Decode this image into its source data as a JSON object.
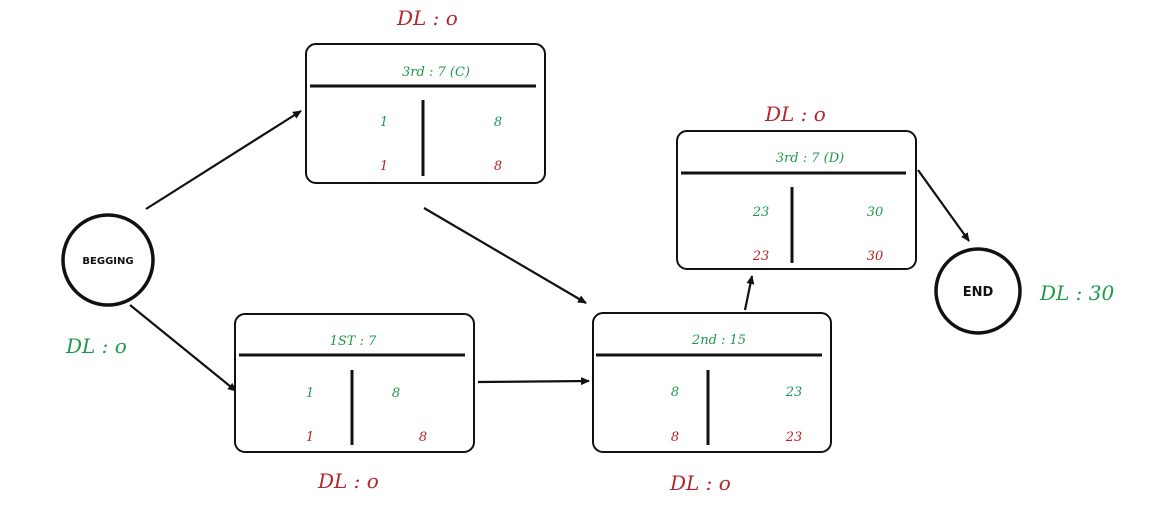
{
  "colors": {
    "green": "#1f9a4b",
    "red": "#b5242a",
    "stroke": "#111111"
  },
  "start": {
    "label": "BEGGING",
    "dl": "DL : o"
  },
  "end": {
    "label": "END",
    "dl": "DL : 30"
  },
  "nodes": {
    "top": {
      "title": "3rd : 7 (C)",
      "tl": "1",
      "tr": "8",
      "bl": "1",
      "br": "8",
      "dl": "DL : o"
    },
    "bottom": {
      "title": "1ST : 7",
      "tl": "1",
      "tr": "8",
      "bl": "1",
      "br": "8",
      "dl": "DL : o"
    },
    "middle": {
      "title": "2nd : 15",
      "tl": "8",
      "tr": "23",
      "bl": "8",
      "br": "23",
      "dl": "DL : o"
    },
    "right": {
      "title": "3rd : 7 (D)",
      "tl": "23",
      "tr": "30",
      "bl": "23",
      "br": "30",
      "dl": "DL : o"
    }
  }
}
